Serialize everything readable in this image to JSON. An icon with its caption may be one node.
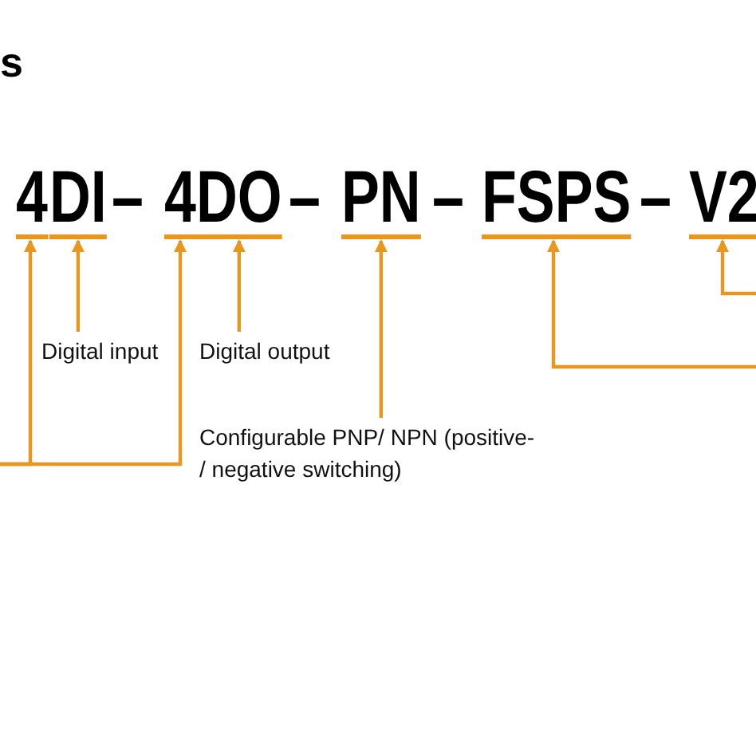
{
  "diagram": {
    "title": "s",
    "nodes": [
      {
        "text": [
          "4"
        ]
      },
      {
        "text": [
          "DI"
        ]
      },
      {
        "text": [
          "4"
        ]
      },
      {
        "text": [
          "DO"
        ]
      },
      {
        "text": [
          "PN"
        ]
      },
      {
        "text": [
          "FSPS"
        ]
      },
      {
        "text": [
          "V2"
        ]
      },
      {
        "text": [
          "Digital input"
        ]
      },
      {
        "text": [
          "Digital output"
        ]
      },
      {
        "text": [
          "Configurable PNP/ NPN (positive- / negative switching)"
        ]
      }
    ],
    "edges": [
      {
        "from": 7,
        "to": 1,
        "arrow": "to"
      },
      {
        "from": 8,
        "to": 3,
        "arrow": "to"
      },
      {
        "from": 9,
        "to": 4,
        "arrow": "to"
      },
      {
        "from": null,
        "to": 0,
        "arrow": "to"
      },
      {
        "from": null,
        "to": 2,
        "arrow": "to"
      },
      {
        "from": null,
        "to": 5,
        "arrow": "to"
      },
      {
        "from": null,
        "to": 6,
        "arrow": "to"
      }
    ],
    "labels": [
      "–",
      "–",
      "–",
      "–"
    ]
  }
}
